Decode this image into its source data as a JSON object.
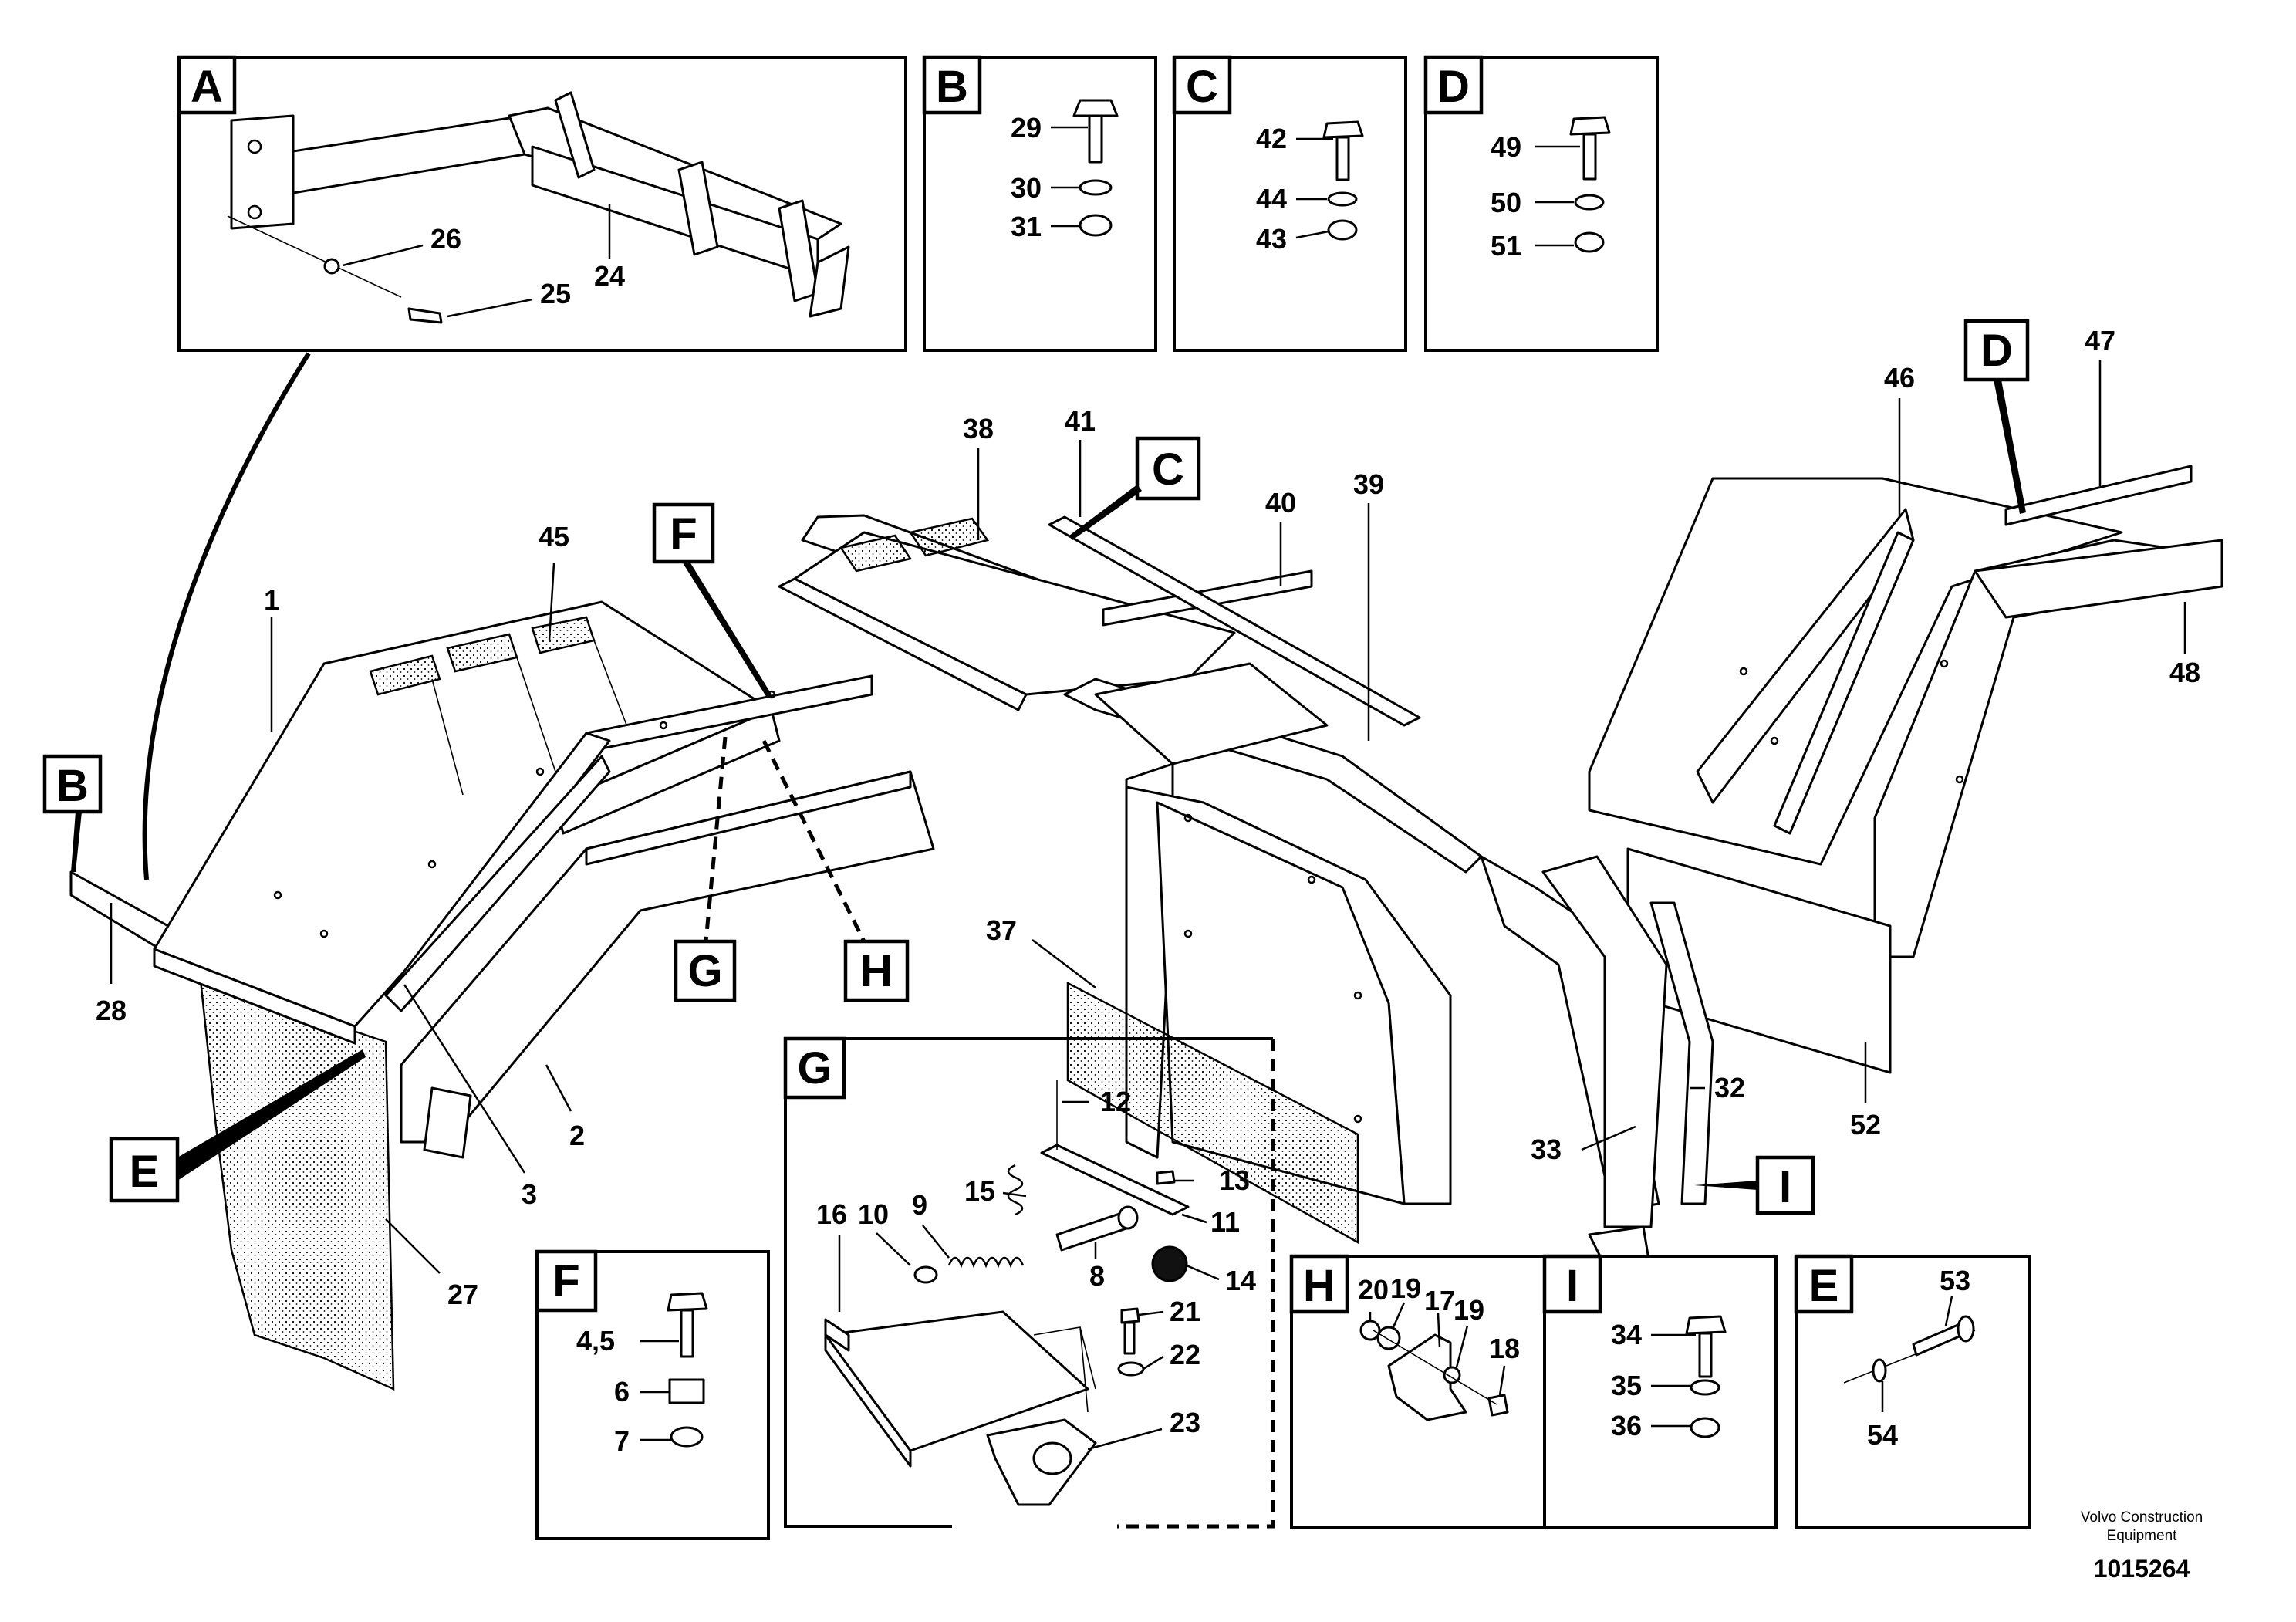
{
  "detail_boxes": [
    {
      "letter": "A",
      "labels": [
        "24",
        "25",
        "26"
      ]
    },
    {
      "letter": "B",
      "labels": [
        "29",
        "30",
        "31"
      ]
    },
    {
      "letter": "C",
      "labels": [
        "42",
        "44",
        "43"
      ]
    },
    {
      "letter": "D",
      "labels": [
        "49",
        "50",
        "51"
      ]
    },
    {
      "letter": "F",
      "labels": [
        "4,5",
        "6",
        "7"
      ]
    },
    {
      "letter": "G",
      "labels": [
        "12",
        "13",
        "15",
        "11",
        "16",
        "10",
        "9",
        "8",
        "14",
        "21",
        "22",
        "23"
      ]
    },
    {
      "letter": "H",
      "labels": [
        "20",
        "19",
        "17",
        "19",
        "18"
      ]
    },
    {
      "letter": "I",
      "labels": [
        "34",
        "35",
        "36"
      ]
    },
    {
      "letter": "E",
      "labels": [
        "53",
        "54"
      ]
    }
  ],
  "callout_letters": [
    "B",
    "E",
    "F",
    "G",
    "H",
    "C",
    "D",
    "I"
  ],
  "main_labels": [
    "1",
    "2",
    "3",
    "27",
    "28",
    "45",
    "38",
    "41",
    "40",
    "39",
    "37",
    "46",
    "47",
    "48",
    "52",
    "33",
    "32"
  ],
  "footer": {
    "company_line1": "Volvo Construction",
    "company_line2": "Equipment",
    "doc_number": "1015264"
  }
}
